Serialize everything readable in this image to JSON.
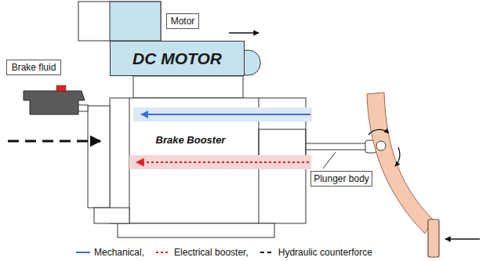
{
  "diagram": {
    "nodes": [
      {
        "text": [
          "Motor"
        ]
      },
      {
        "text": [
          "DC MOTOR"
        ]
      },
      {
        "text": [
          "Brake fluid"
        ]
      },
      {
        "text": [
          "Brake Booster"
        ]
      },
      {
        "text": [
          "Plunger body"
        ]
      }
    ],
    "legend": [
      {
        "text": "Mechanical,"
      },
      {
        "text": "Electrical booster,"
      },
      {
        "text": "Hydraulic counterforce"
      }
    ]
  }
}
